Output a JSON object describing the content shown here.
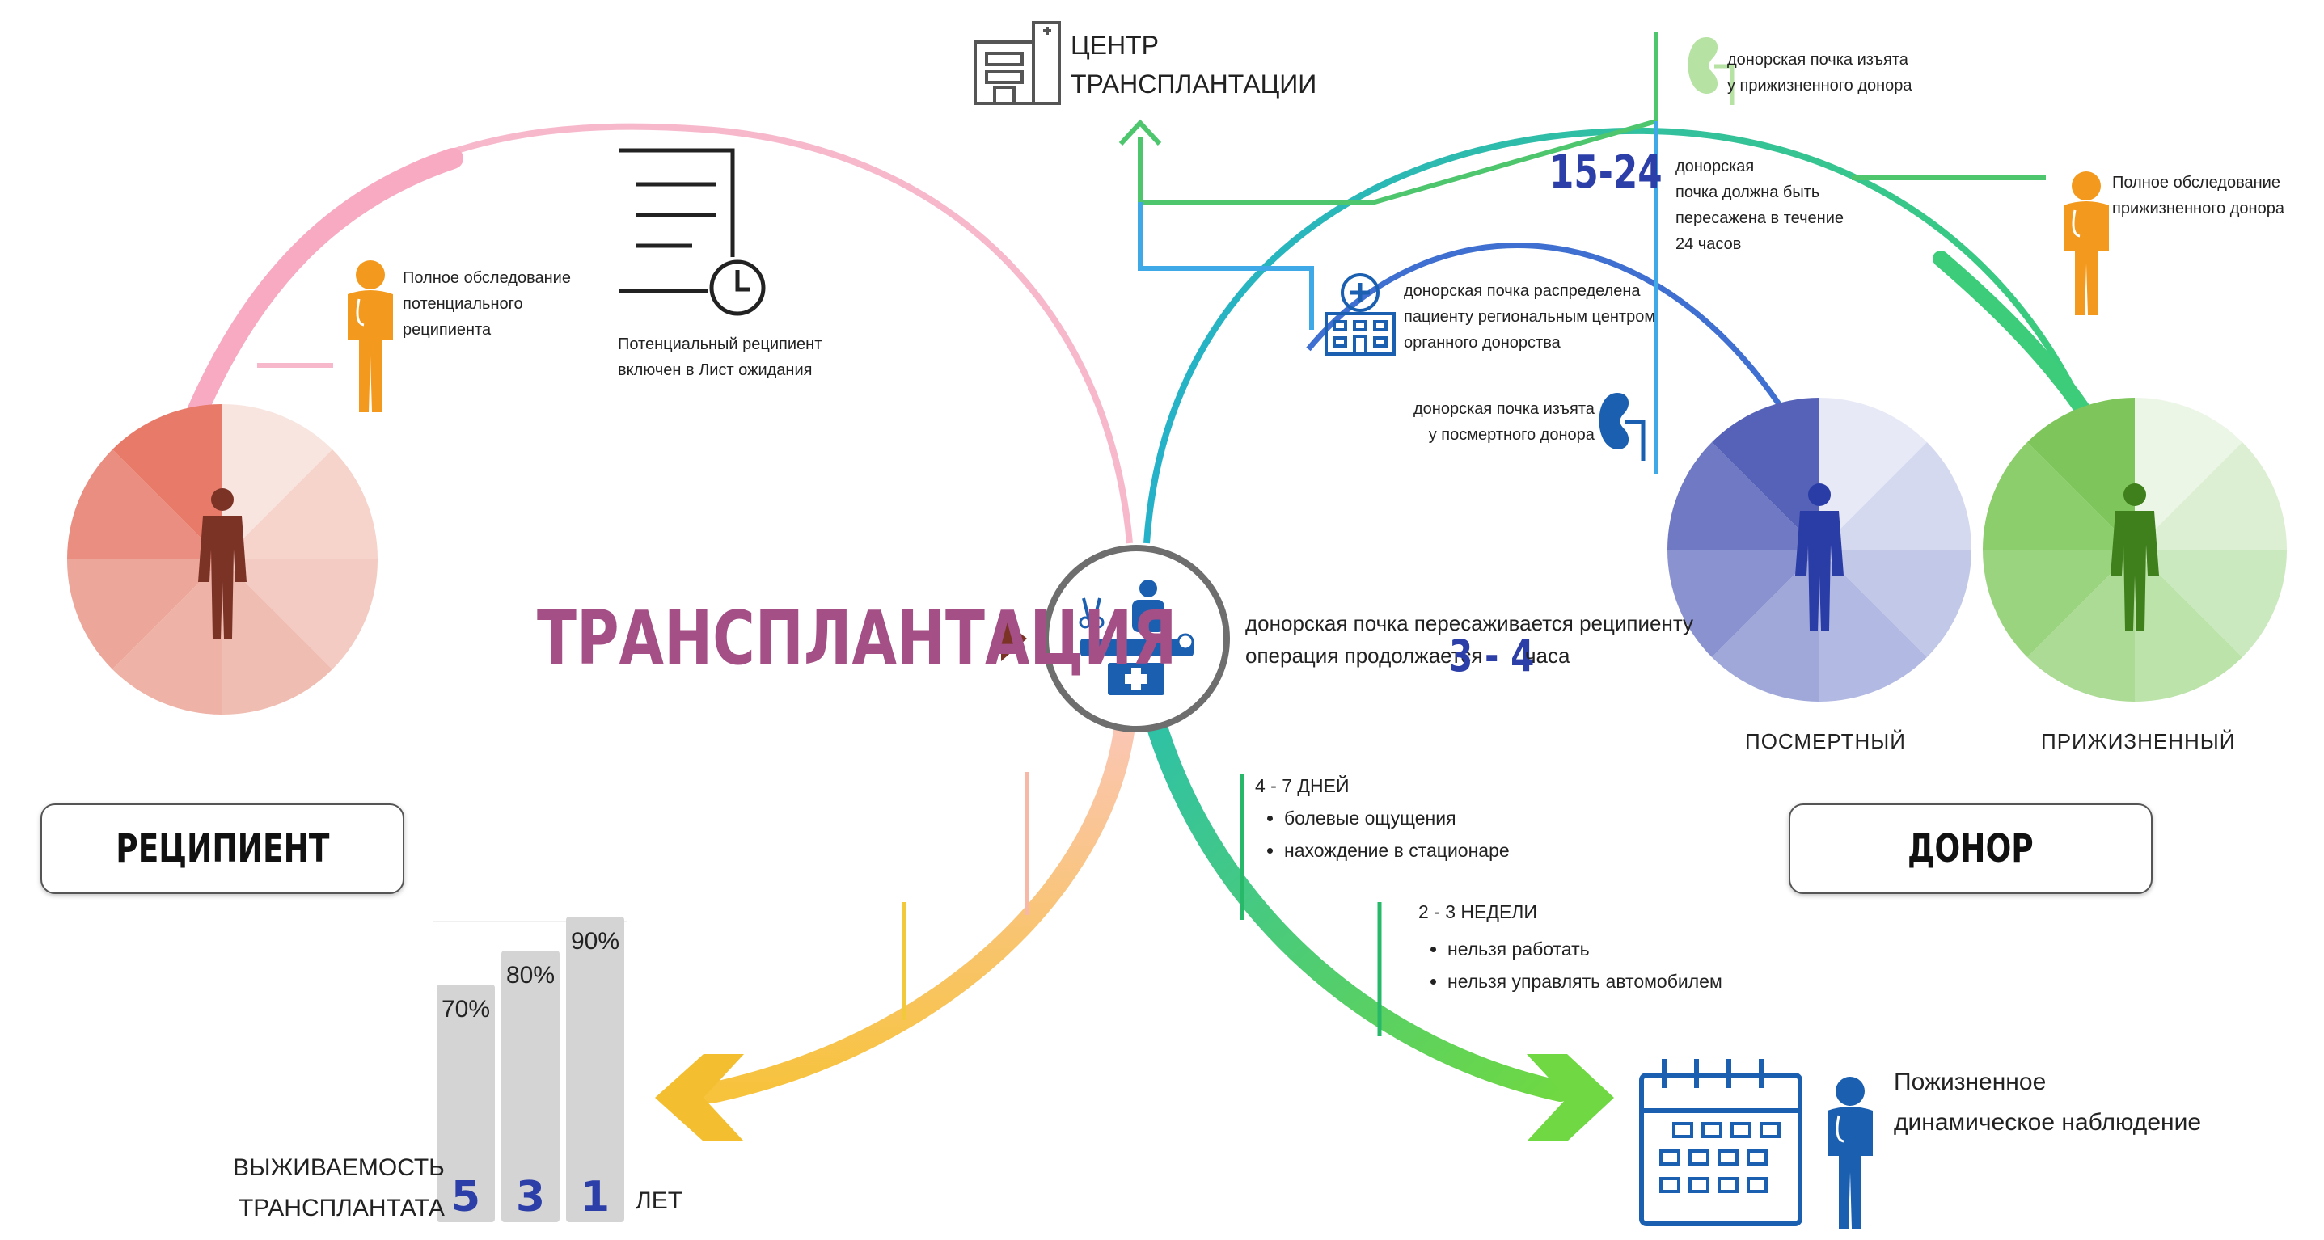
{
  "title": "ТРАНСПЛАНТАЦИЯ",
  "center": {
    "label": "ЦЕНТР\nТРАНСПЛАНТАЦИИ"
  },
  "recipient": {
    "label": "РЕЦИПИЕНТ",
    "exam_note": "Полное обследование\nпотенциального\nреципиента",
    "waitlist_note": "Потенциальный реципиент\nвключен в Лист ожидания"
  },
  "donor": {
    "label": "ДОНОР",
    "posthumous_label": "ПОСМЕРТНЫЙ",
    "living_label": "ПРИЖИЗНЕННЫЙ",
    "living_kidney_note": "донорская почка изъята\nу прижизненного донора",
    "living_exam_note": "Полное обследование\nприжизненного донора",
    "hours_value": "15-24",
    "hours_note": "донорская\nпочка должна быть\nпересажена в течение\n24 часов",
    "distribution_note": "донорская почка распределена\nпациенту региональным центром\nорганного донорства",
    "posthumous_kidney_note": "донорская почка изъята\nу посмертного донора"
  },
  "operation": {
    "note_line1": "донорская почка пересаживается реципиенту",
    "note_line2": "операция продолжается",
    "duration": "3 - 4",
    "unit": "часа"
  },
  "recovery": {
    "stage1": {
      "title": "4 - 7 ДНЕЙ",
      "items": [
        "болевые ощущения",
        "нахождение в стационаре"
      ]
    },
    "stage2": {
      "title": "2 - 3 НЕДЕЛИ",
      "items": [
        "нельзя работать",
        "нельзя управлять автомобилем"
      ]
    },
    "followup_note": "Пожизненное\nдинамическое наблюдение"
  },
  "survival": {
    "label": "ВЫЖИВАЕМОСТЬ\nТРАНСПЛАНТАТА",
    "unit": "ЛЕТ"
  },
  "chart_data": {
    "type": "bar",
    "title": "",
    "xlabel": "ВЫЖИВАЕМОСТЬ ТРАНСПЛАНТАТА",
    "ylabel": "",
    "categories": [
      "5",
      "3",
      "1"
    ],
    "values": [
      70,
      80,
      90
    ],
    "value_labels": [
      "70%",
      "80%",
      "90%"
    ],
    "ylim": [
      0,
      100
    ],
    "grid": false,
    "bar_color": "#d4d4d4",
    "category_color": "#2c3ea8"
  },
  "colors": {
    "pink_arc": "#f7b8cc",
    "orange_person": "#f39a1e",
    "recipient_person": "#7b3326",
    "posthumous_person": "#2a3ca6",
    "living_person": "#3f7f1c",
    "green": "#4dc66e",
    "blue": "#3fa9e8",
    "title": "#a44f86",
    "icon_blue": "#1b5fb0",
    "number_blue": "#2c3ea8"
  },
  "icons": [
    "hospital-building-icon",
    "clinic-icon",
    "kidney-icon",
    "document-clock-icon",
    "doctor-icon",
    "person-icon",
    "surgery-icon",
    "calendar-icon",
    "arrow-up-icon",
    "arrow-left-icon",
    "arrow-right-icon"
  ]
}
